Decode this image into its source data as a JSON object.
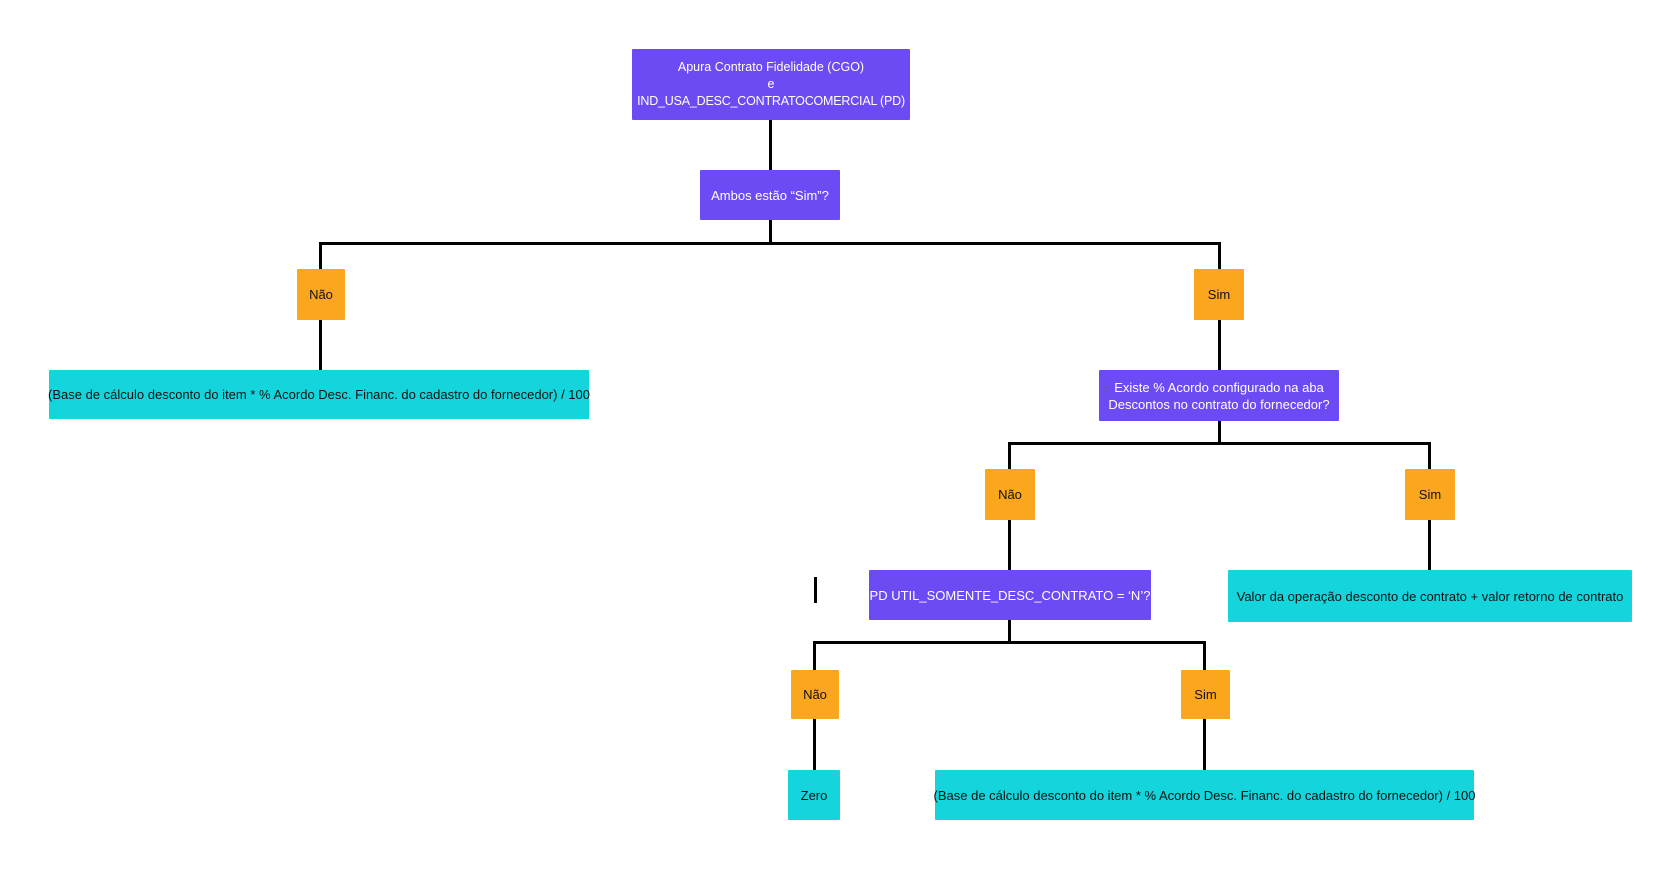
{
  "diagram": {
    "nodes": {
      "root": {
        "lines": [
          "Apura Contrato Fidelidade (CGO)",
          "e",
          "IND_USA_DESC_CONTRATOCOMERCIAL (PD)"
        ]
      },
      "ambos": {
        "label": "Ambos estão “Sim”?"
      },
      "existe": {
        "lines": [
          "Existe % Acordo configurado na aba",
          "Descontos no contrato do fornecedor?"
        ]
      },
      "pd": {
        "label": "PD UTIL_SOMENTE_DESC_CONTRATO = ‘N’?"
      },
      "formula_left": {
        "label": "(Base de cálculo desconto do item * % Acordo Desc. Financ. do cadastro do fornecedor) / 100"
      },
      "valor": {
        "label": "Valor da operação desconto de contrato + valor retorno de contrato"
      },
      "zero": {
        "label": "Zero"
      },
      "formula_bottom": {
        "label": "(Base de cálculo desconto do item * % Acordo Desc. Financ. do cadastro do fornecedor) / 100"
      }
    },
    "branch_labels": {
      "nao": "Não",
      "sim": "Sim"
    },
    "edges": [
      {
        "from": "root",
        "to": "ambos"
      },
      {
        "from": "ambos",
        "to": "nao1",
        "label": "Não"
      },
      {
        "from": "ambos",
        "to": "sim1",
        "label": "Sim"
      },
      {
        "from": "nao1",
        "to": "formula_left"
      },
      {
        "from": "sim1",
        "to": "existe"
      },
      {
        "from": "existe",
        "to": "nao2",
        "label": "Não"
      },
      {
        "from": "existe",
        "to": "sim2",
        "label": "Sim"
      },
      {
        "from": "nao2",
        "to": "pd"
      },
      {
        "from": "sim2",
        "to": "valor"
      },
      {
        "from": "pd",
        "to": "nao3",
        "label": "Não"
      },
      {
        "from": "pd",
        "to": "sim3",
        "label": "Sim"
      },
      {
        "from": "nao3",
        "to": "zero"
      },
      {
        "from": "sim3",
        "to": "formula_bottom"
      }
    ]
  },
  "colors": {
    "decision": "#6C4BF4",
    "branch": "#FAA71E",
    "result": "#14D4DC",
    "connector": "#000000",
    "canvas": "#FFFFFF",
    "decision_text": "#FFFFFF",
    "label_text": "#111111"
  }
}
